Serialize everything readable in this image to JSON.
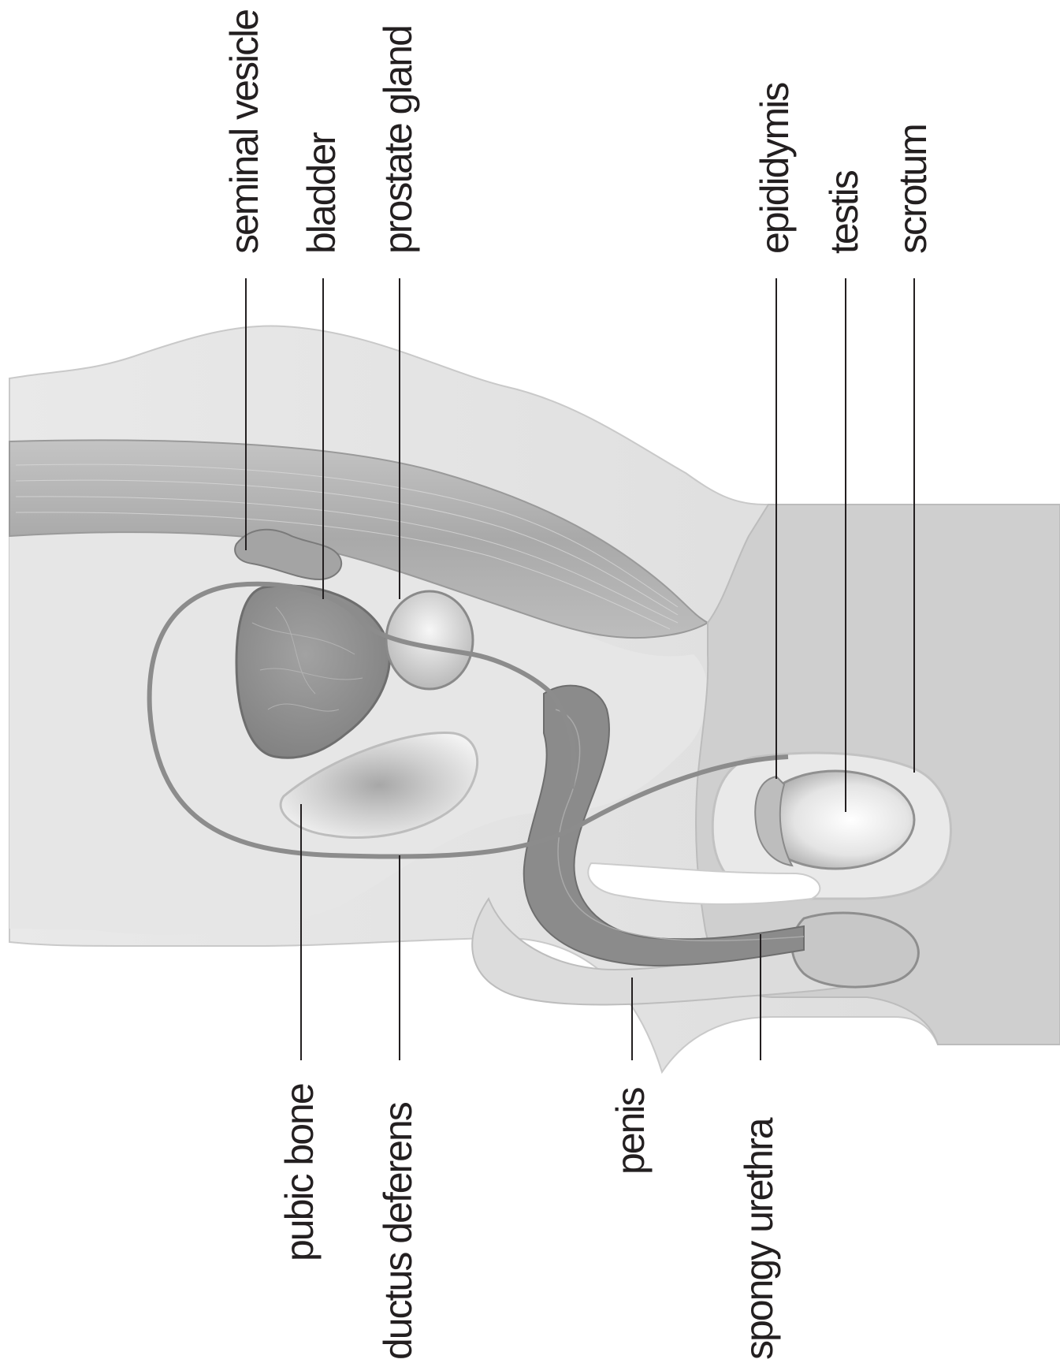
{
  "diagram": {
    "labels": {
      "seminal_vesicle": "seminal vesicle",
      "bladder": "bladder",
      "prostate_gland": "prostate gland",
      "epididymis": "epididymis",
      "testis": "testis",
      "scrotum": "scrotum",
      "pubic_bone": "pubic bone",
      "ductus_deferens": "ductus deferens",
      "penis": "penis",
      "spongy_urethra": "spongy urethra"
    }
  }
}
